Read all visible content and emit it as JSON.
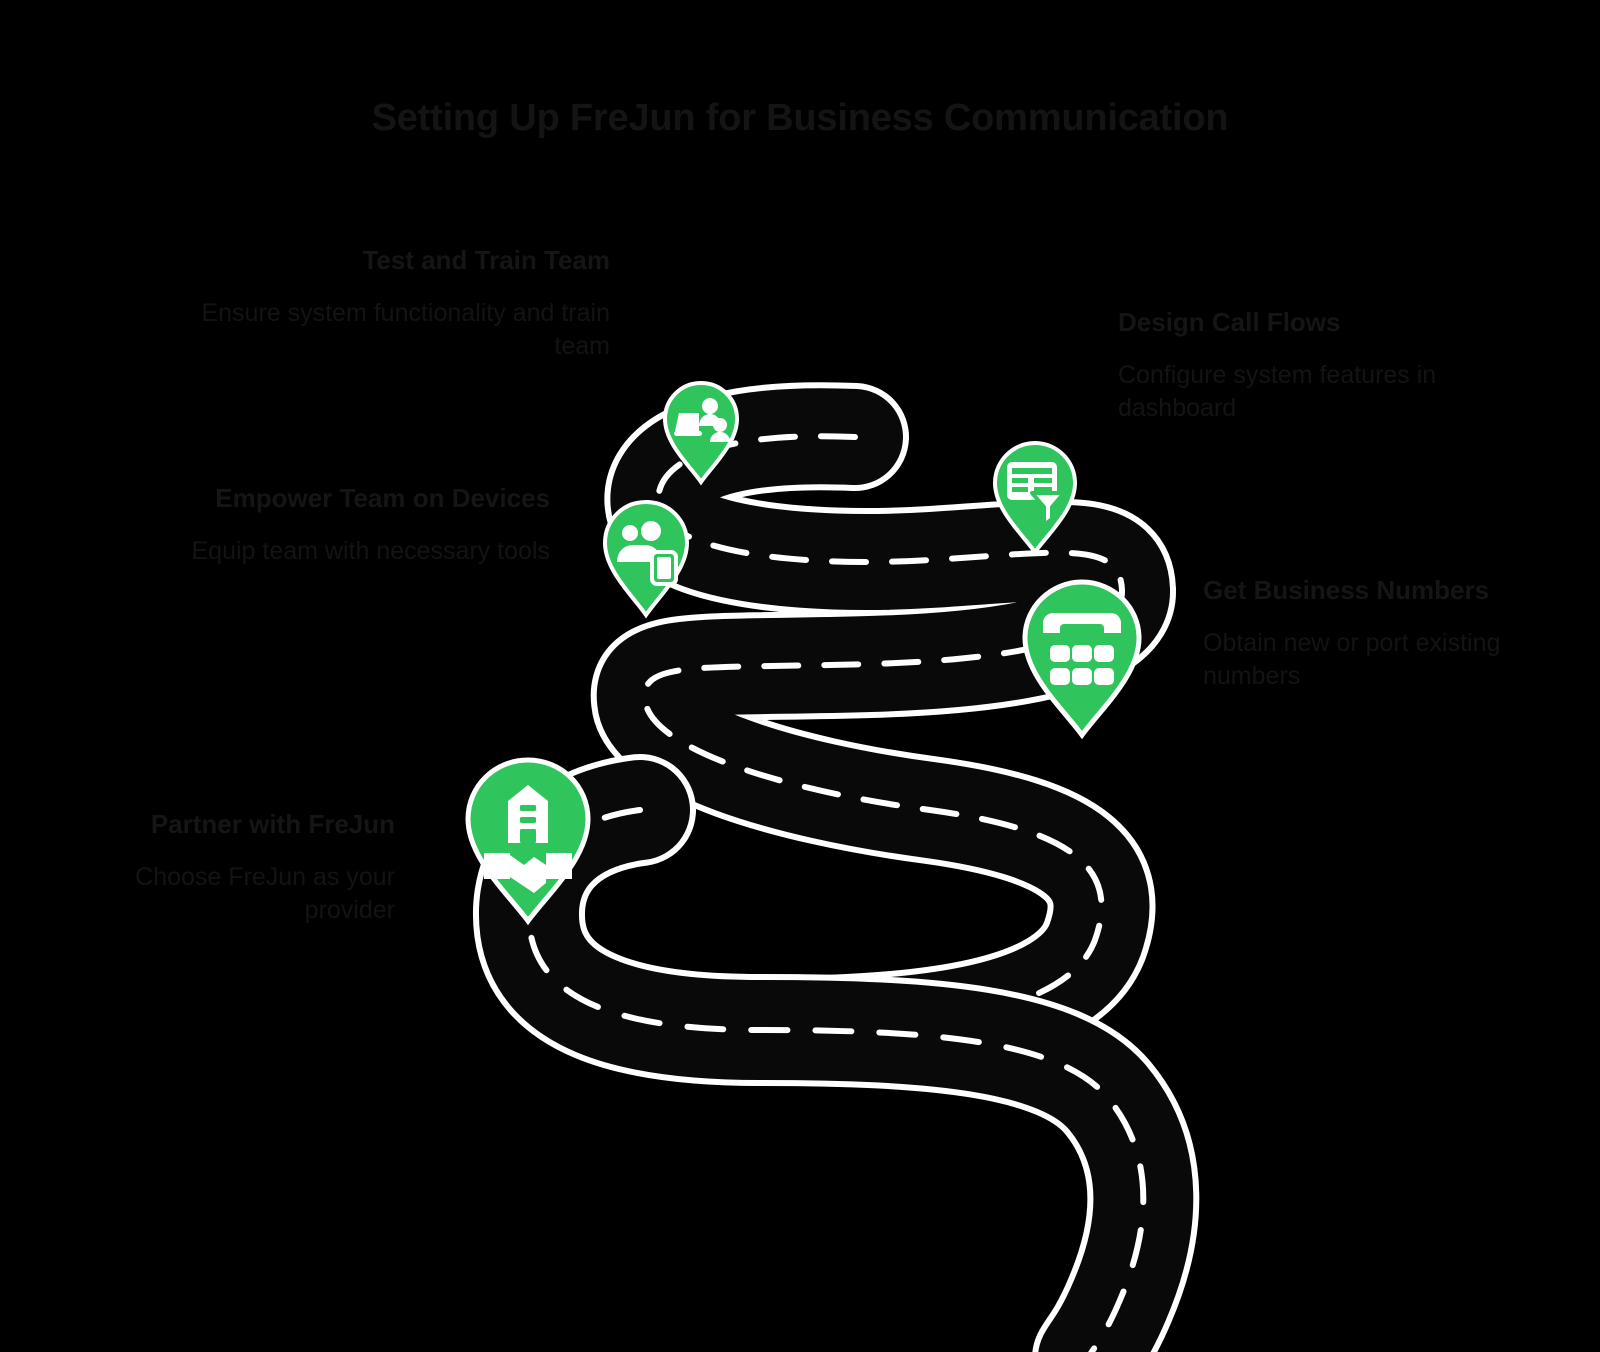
{
  "page": {
    "title": "Setting Up FreJun for Business Communication",
    "background_color": "#000000",
    "accent_color": "#2fc45c",
    "text_color": "#151515",
    "road_color": "#0b0b0b",
    "road_line_color": "#ffffff"
  },
  "steps": [
    {
      "id": "partner",
      "order": 1,
      "heading": "Partner with FreJun",
      "description": "Choose FreJun as your provider",
      "icon": "building-handshake-icon",
      "side": "left",
      "align": "right"
    },
    {
      "id": "numbers",
      "order": 2,
      "heading": "Get Business Numbers",
      "description": "Obtain new or port existing numbers",
      "icon": "dialpad-phone-icon",
      "side": "right",
      "align": "left"
    },
    {
      "id": "empower",
      "order": 3,
      "heading": "Empower Team on Devices",
      "description": "Equip team with necessary tools",
      "icon": "people-device-icon",
      "side": "left",
      "align": "right"
    },
    {
      "id": "design",
      "order": 4,
      "heading": "Design Call Flows",
      "description": "Configure system features in dashboard",
      "icon": "table-filter-icon",
      "side": "right",
      "align": "left"
    },
    {
      "id": "test-train",
      "order": 5,
      "heading": "Test and Train Team",
      "description": "Ensure system functionality and train team",
      "icon": "training-laptop-people-icon",
      "side": "left",
      "align": "right"
    }
  ]
}
